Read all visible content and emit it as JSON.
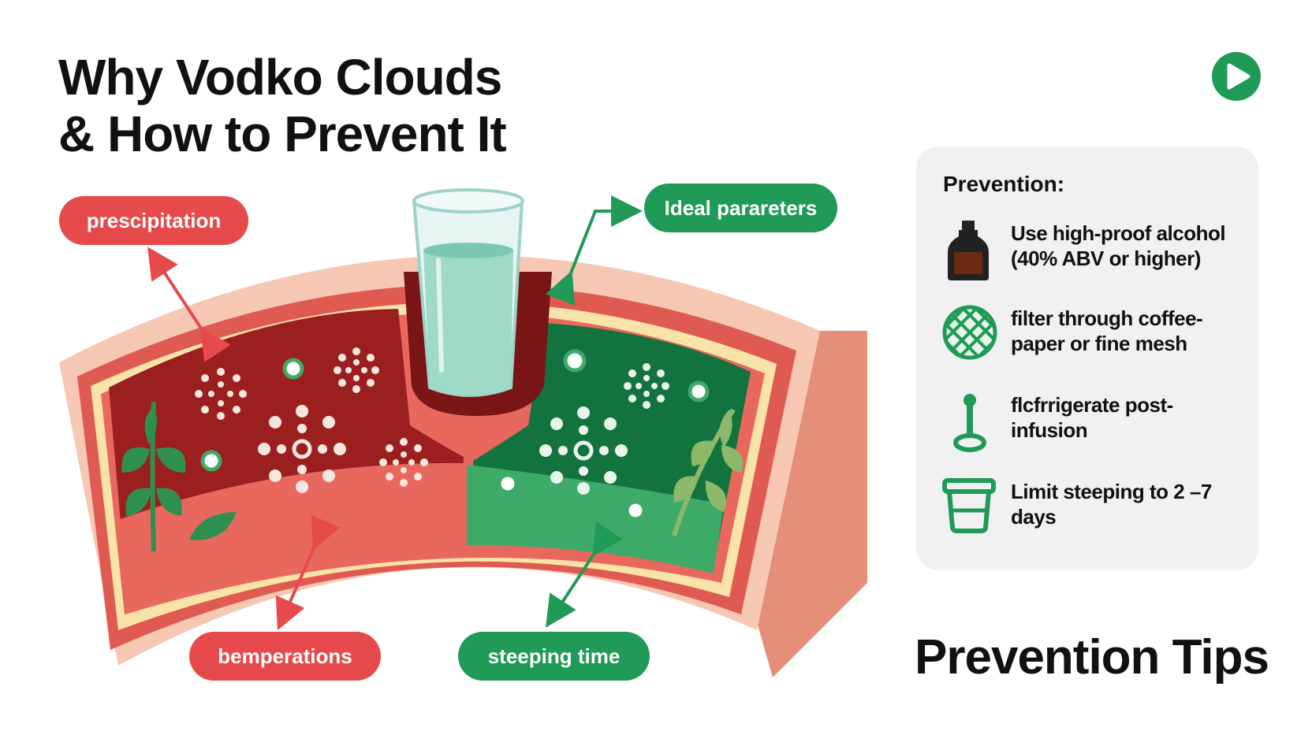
{
  "header": {
    "title_line1": "Why Vodko Clouds",
    "title_line2": "& How to Prevent It"
  },
  "labels": {
    "precipitation": "prescipitation",
    "ideal": "Ideal parareters",
    "temperatures": "bemperations",
    "steeping": "steeping time"
  },
  "panel": {
    "heading": "Prevention:",
    "tips": [
      {
        "text": "Use high-proof alcohol (40% ABV or higher)",
        "icon": "bottle-icon"
      },
      {
        "text": "filter through coffee-paper or fine mesh",
        "icon": "mesh-filter-icon"
      },
      {
        "text": "flcfrrigerate post-infusion",
        "icon": "thermometer-icon"
      },
      {
        "text": "Limit steeping to 2 –7 days",
        "icon": "jar-icon"
      }
    ]
  },
  "footer": {
    "title": "Prevention Tips"
  },
  "colors": {
    "red": "#e64a4a",
    "green": "#1f9a57",
    "dark_red": "#9c1f1f",
    "dark_green": "#13733f",
    "outer_shell": "#f6c8b3",
    "panel_bg": "#f1f1f1"
  }
}
